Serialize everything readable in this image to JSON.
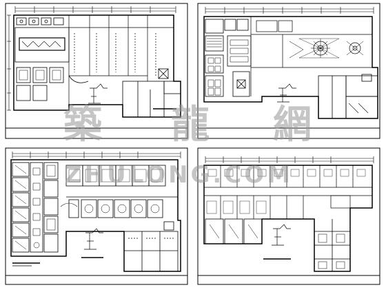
{
  "watermark": {
    "chars": [
      "築",
      "龍",
      "網"
    ],
    "url": "ZHULONG.COM",
    "color": "#9a9a9a"
  },
  "sheets": [
    {
      "id": "plan-top-left",
      "title_bar": false
    },
    {
      "id": "plan-top-right",
      "title_bar": false
    },
    {
      "id": "plan-bottom-left",
      "title_bar": true
    },
    {
      "id": "plan-bottom-right",
      "title_bar": true
    }
  ],
  "colors": {
    "line": "#000000",
    "background": "#ffffff"
  }
}
